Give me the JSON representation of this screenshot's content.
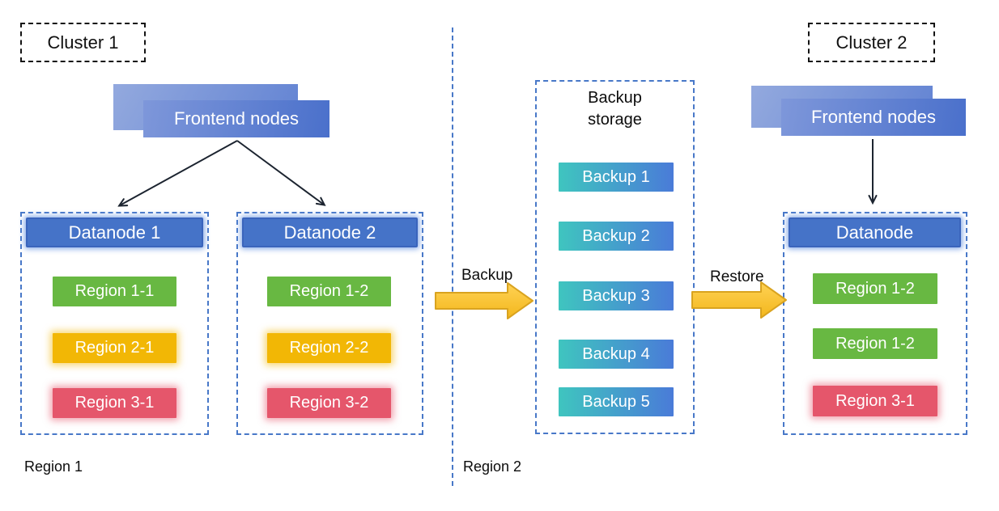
{
  "palette": {
    "green": "#68b842",
    "yellow": "#f2b705",
    "red": "#e5566b",
    "header_blue": "#4573c8",
    "dashed_border_blue": "#4878c8",
    "frontend_blue_light": "#93a9de",
    "frontend_blue": "#4a70cb",
    "backup_gradient_teal": "#3fc5bf",
    "backup_gradient_blue": "#4a7bd8",
    "flow_arrow_gold": "#f7bc1f",
    "flow_arrow_border": "#d9a31f"
  },
  "cluster1": {
    "label": "Cluster 1",
    "frontend_label": "Frontend nodes",
    "datanodes": [
      {
        "title": "Datanode 1",
        "regions": [
          {
            "label": "Region 1-1",
            "color": "green"
          },
          {
            "label": "Region 2-1",
            "color": "yellow"
          },
          {
            "label": "Region 3-1",
            "color": "red"
          }
        ]
      },
      {
        "title": "Datanode 2",
        "regions": [
          {
            "label": "Region 1-2",
            "color": "green"
          },
          {
            "label": "Region 2-2",
            "color": "yellow"
          },
          {
            "label": "Region 3-2",
            "color": "red"
          }
        ]
      }
    ]
  },
  "backup_flow": {
    "label": "Backup"
  },
  "backup_storage": {
    "title": "Backup storage",
    "items": [
      {
        "label": "Backup 1"
      },
      {
        "label": "Backup 2"
      },
      {
        "label": "Backup 3"
      },
      {
        "label": "Backup 4"
      },
      {
        "label": "Backup 5"
      }
    ]
  },
  "restore_flow": {
    "label": "Restore"
  },
  "cluster2": {
    "label": "Cluster 2",
    "frontend_label": "Frontend nodes",
    "datanode": {
      "title": "Datanode",
      "regions": [
        {
          "label": "Region 1-2",
          "color": "green"
        },
        {
          "label": "Region 1-2",
          "color": "green"
        },
        {
          "label": "Region 3-1",
          "color": "red"
        }
      ]
    }
  },
  "region_zones": {
    "left": "Region 1",
    "right": "Region 2"
  }
}
